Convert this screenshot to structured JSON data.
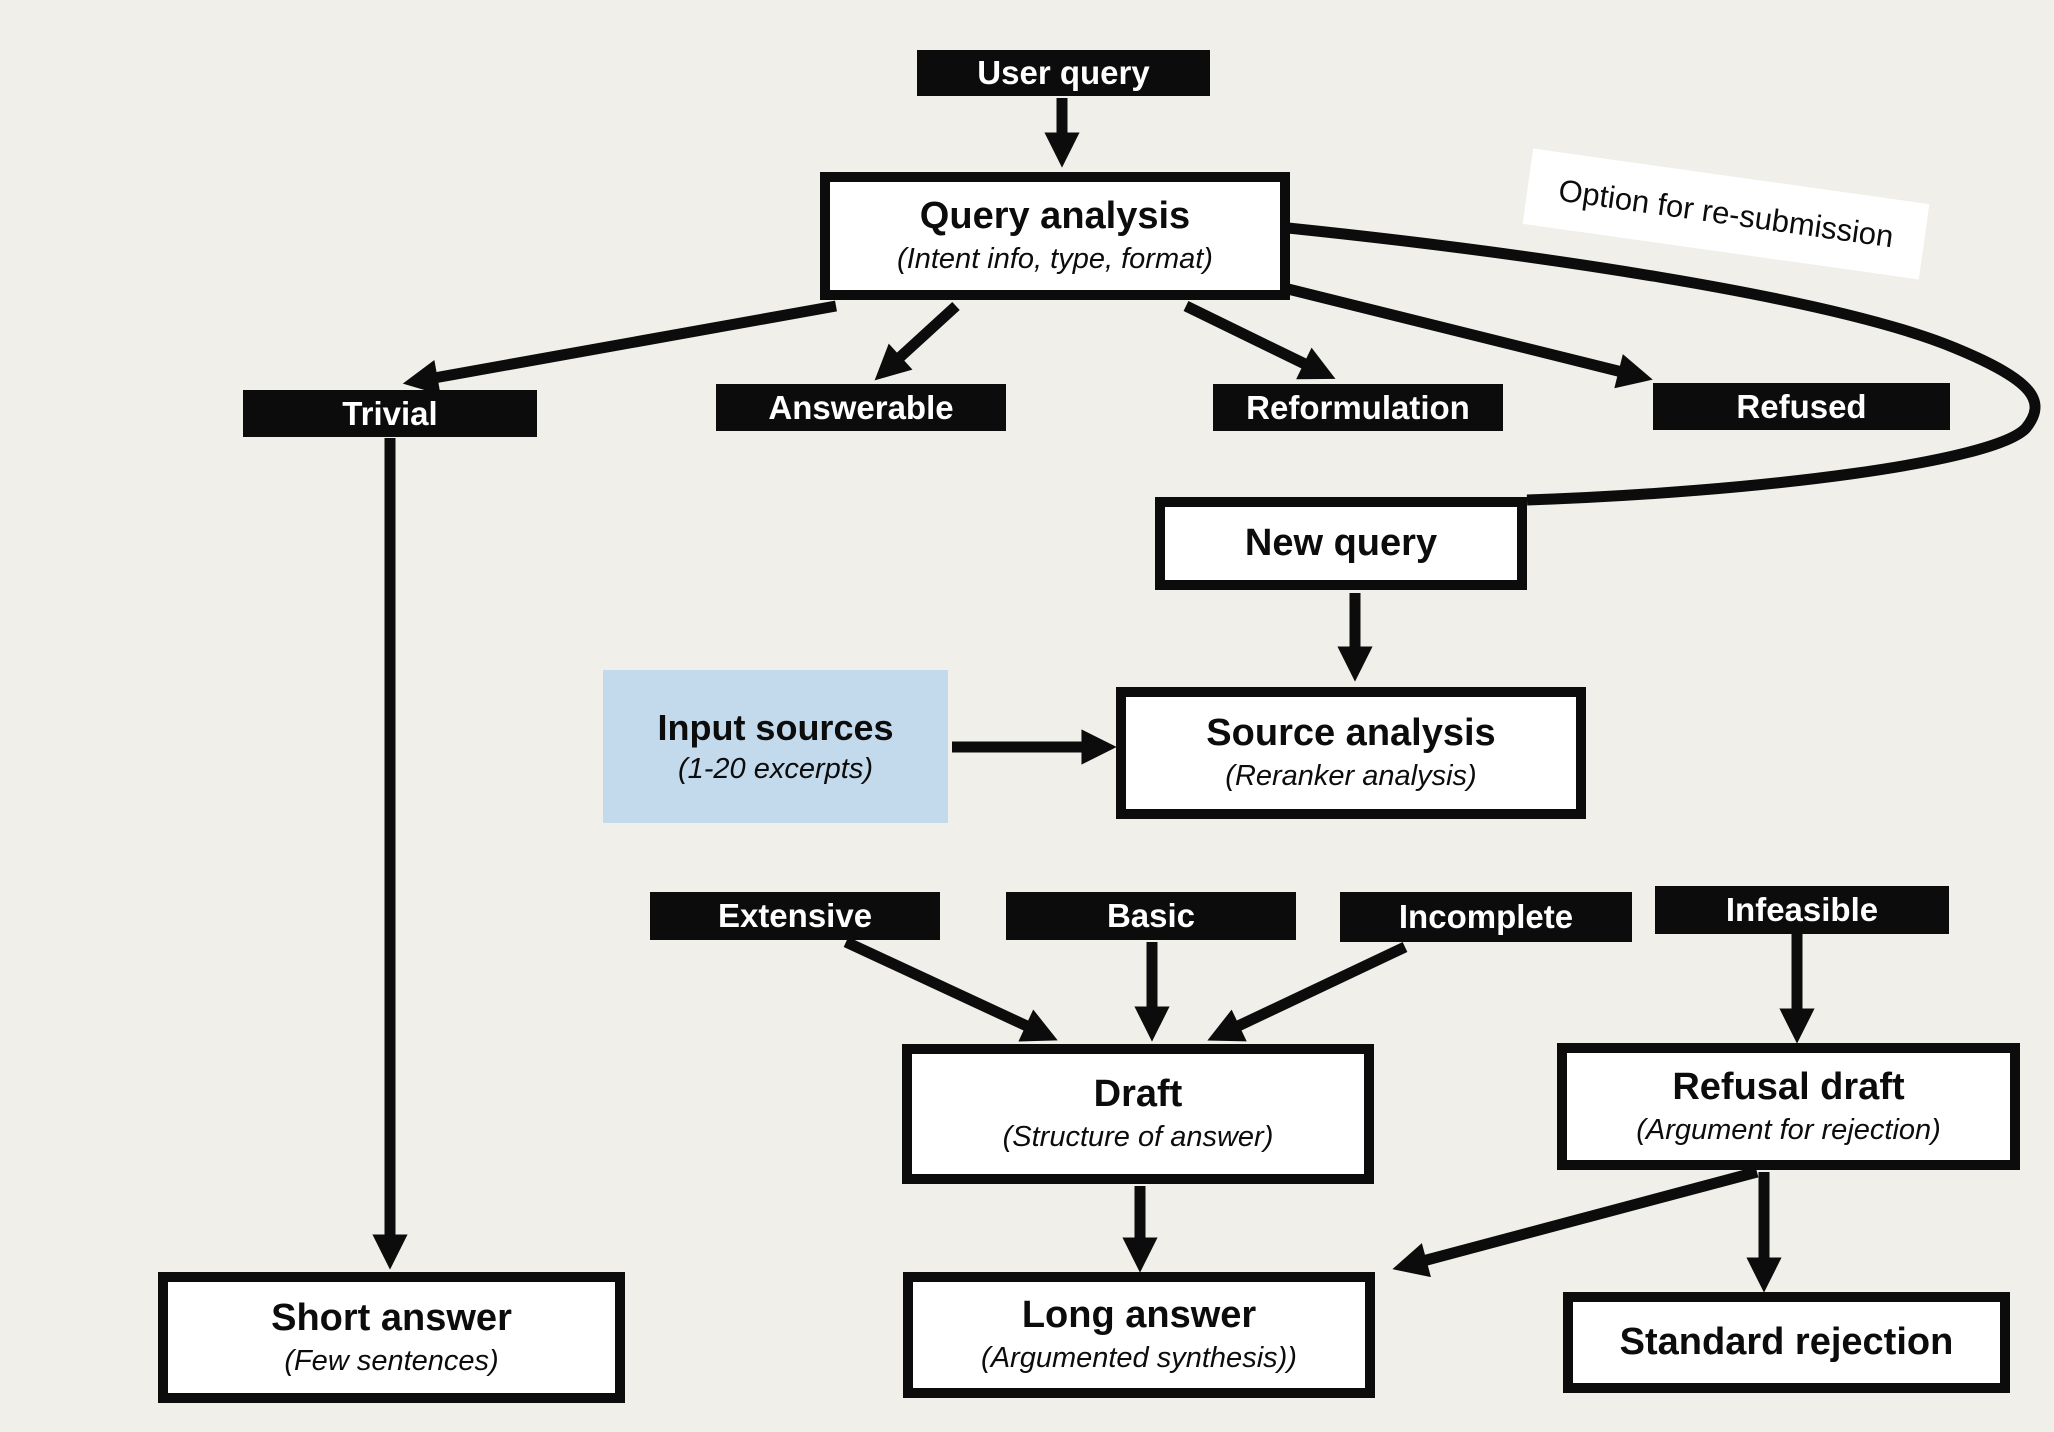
{
  "colors": {
    "background": "#f0efe9",
    "node_black": "#0c0c0c",
    "node_blue": "#c3d9ec",
    "line": "#0c0c0c",
    "text_on_black": "#ffffff"
  },
  "nodes": {
    "user_query": {
      "label": "User query"
    },
    "query_analysis": {
      "label": "Query analysis",
      "sublabel": "(Intent info, type, format)"
    },
    "resubmission_note": {
      "label": "Option for re-submission"
    },
    "trivial": {
      "label": "Trivial"
    },
    "answerable": {
      "label": "Answerable"
    },
    "reformulation": {
      "label": "Reformulation"
    },
    "refused": {
      "label": "Refused"
    },
    "new_query": {
      "label": "New query"
    },
    "input_sources": {
      "label": "Input sources",
      "sublabel": "(1-20 excerpts)"
    },
    "source_analysis": {
      "label": "Source analysis",
      "sublabel": "(Reranker analysis)"
    },
    "extensive": {
      "label": "Extensive"
    },
    "basic": {
      "label": "Basic"
    },
    "incomplete": {
      "label": "Incomplete"
    },
    "infeasible": {
      "label": "Infeasible"
    },
    "draft": {
      "label": "Draft",
      "sublabel": "(Structure of answer)"
    },
    "refusal_draft": {
      "label": "Refusal draft",
      "sublabel": "(Argument for rejection)"
    },
    "short_answer": {
      "label": "Short answer",
      "sublabel": "(Few sentences)"
    },
    "long_answer": {
      "label": "Long answer",
      "sublabel": "(Argumented synthesis))"
    },
    "standard_rejection": {
      "label": "Standard rejection"
    }
  },
  "edges": [
    "user_query -> query_analysis",
    "query_analysis -> trivial",
    "query_analysis -> answerable",
    "query_analysis -> reformulation",
    "query_analysis -> refused",
    "query_analysis -> new_query (option for re-submission loop)",
    "new_query -> source_analysis",
    "input_sources -> source_analysis",
    "trivial -> short_answer",
    "extensive -> draft",
    "basic -> draft",
    "incomplete -> draft",
    "infeasible -> refusal_draft",
    "draft -> long_answer",
    "refusal_draft -> long_answer",
    "refusal_draft -> standard_rejection"
  ]
}
